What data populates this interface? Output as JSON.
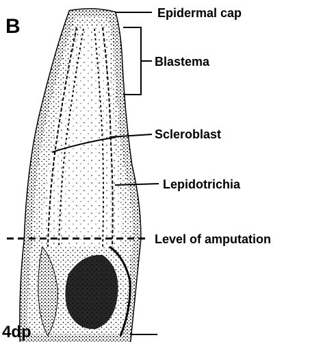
{
  "figure": {
    "panel_letter": "B",
    "time_label": "4dp",
    "labels": {
      "epidermal_cap": "Epidermal cap",
      "blastema": "Blastema",
      "scleroblast": "Scleroblast",
      "lepidotrichia": "Lepidotrichia",
      "level_of_amputation": "Level of amputation"
    },
    "colors": {
      "ink": "#000000",
      "tissue": "#ffffff"
    }
  }
}
